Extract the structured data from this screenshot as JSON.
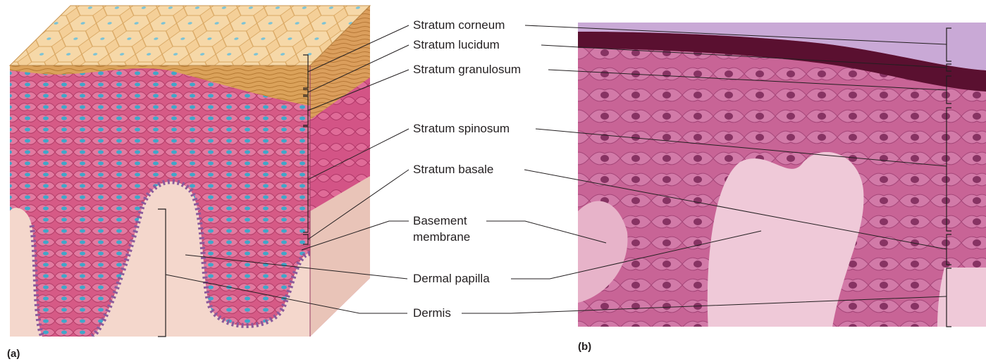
{
  "labels": {
    "stratum_corneum": "Stratum corneum",
    "stratum_lucidum": "Stratum lucidum",
    "stratum_granulosum": "Stratum granulosum",
    "stratum_spinosum": "Stratum spinosum",
    "stratum_basale": "Stratum basale",
    "basement_membrane_line1": "Basement",
    "basement_membrane_line2": "membrane",
    "dermal_papilla": "Dermal papilla",
    "dermis": "Dermis"
  },
  "panels": {
    "a": "(a)",
    "b": "(b)"
  },
  "colors": {
    "corneum_top": "#f3c98e",
    "corneum_side": "#d9a24f",
    "epidermis_pink": "#d9587f",
    "nucleus_blue": "#3fa7c9",
    "dermis": "#f6dcd0",
    "micrograph_pink": "#c9608f",
    "micrograph_dark": "#5a1030",
    "leader_line": "#231f20"
  }
}
